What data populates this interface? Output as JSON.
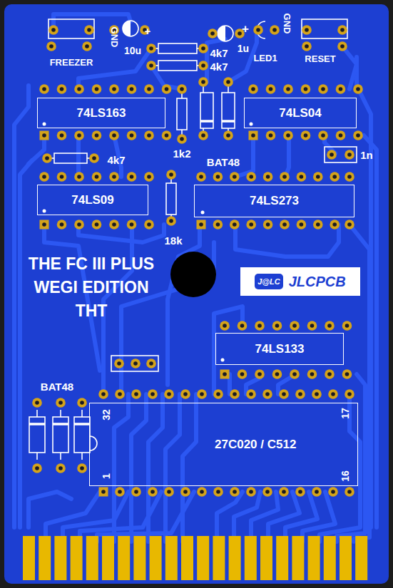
{
  "diagram": {
    "title": "THE FC III PLUS WEGI EDITION THT",
    "nodes": [
      {
        "text": [
          "74LS163"
        ]
      },
      {
        "text": [
          "74LS04"
        ]
      },
      {
        "text": [
          "74LS09"
        ]
      },
      {
        "text": [
          "74LS273"
        ]
      },
      {
        "text": [
          "J@LC",
          "JLCPCB"
        ]
      },
      {
        "text": [
          "74LS133"
        ]
      },
      {
        "text": [
          "27C020 / C512"
        ]
      }
    ],
    "labels": [
      "GND",
      "+",
      "10u",
      "4k7",
      "+",
      "1u",
      "GND",
      "4k7",
      "FREEZER",
      "LED1",
      "RESET",
      "1k2",
      "BAT48",
      "4k7",
      "1n",
      "18k",
      "BAT48",
      "32",
      "17",
      "1",
      "16"
    ]
  }
}
